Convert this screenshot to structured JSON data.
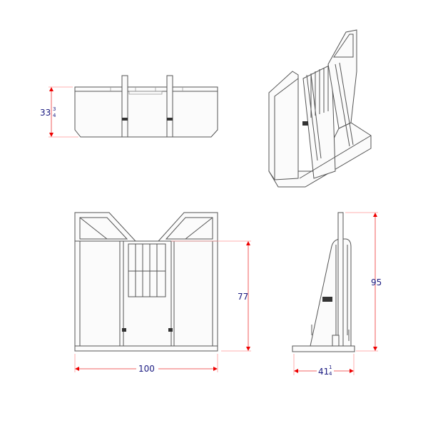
{
  "dimensions": {
    "top_view_height": {
      "whole": "33",
      "num": "3",
      "den": "4"
    },
    "front_height": "77",
    "front_width": "100",
    "side_height": "95",
    "side_depth": {
      "whole": "41",
      "num": "1",
      "den": "4"
    }
  },
  "colors": {
    "line": "#555555",
    "dimension": "#ee2222",
    "label": "#1a1a80"
  }
}
